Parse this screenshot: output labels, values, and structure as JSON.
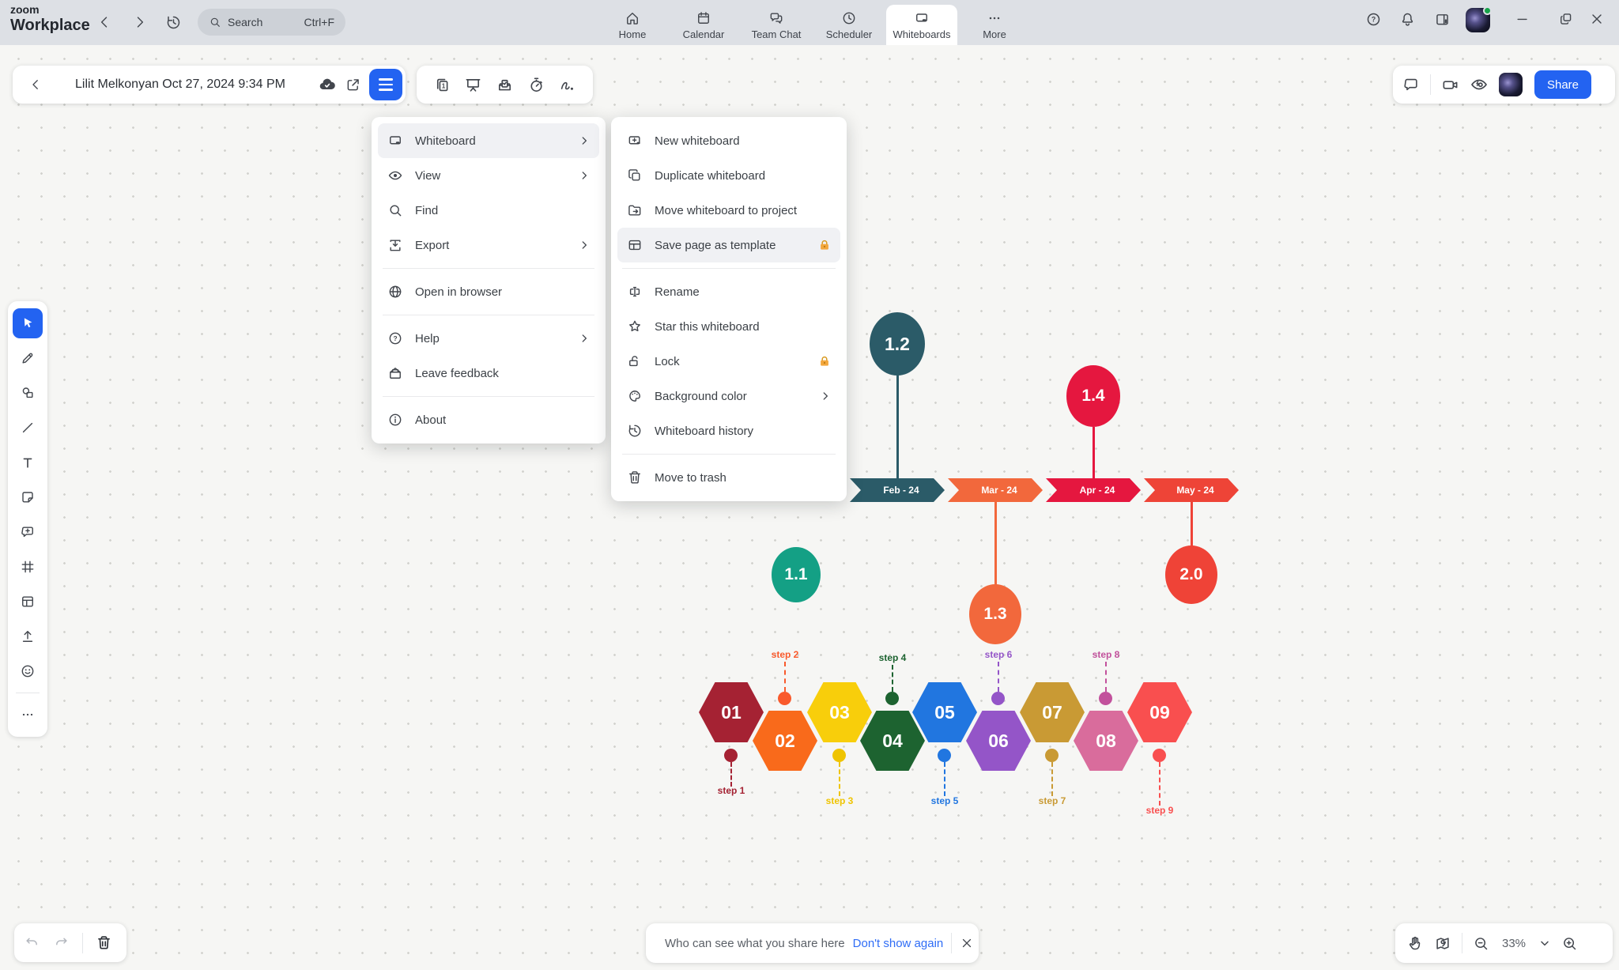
{
  "colors": {
    "accent": "#2363f1",
    "presence_green": "#17a34a",
    "link_blue": "#2f6df6"
  },
  "topbar": {
    "logo_line1": "zoom",
    "logo_line2": "Workplace",
    "search": {
      "placeholder": "Search",
      "shortcut": "Ctrl+F"
    },
    "tabs": [
      {
        "label": "Home"
      },
      {
        "label": "Calendar"
      },
      {
        "label": "Team Chat"
      },
      {
        "label": "Scheduler"
      },
      {
        "label": "Whiteboards"
      },
      {
        "label": "More"
      }
    ]
  },
  "toolbar": {
    "title": "Lilit Melkonyan Oct 27, 2024 9:34 PM",
    "share_label": "Share"
  },
  "menu": {
    "items": [
      {
        "label": "Whiteboard"
      },
      {
        "label": "View"
      },
      {
        "label": "Find"
      },
      {
        "label": "Export"
      },
      {
        "label": "Open in browser"
      },
      {
        "label": "Help"
      },
      {
        "label": "Leave feedback"
      },
      {
        "label": "About"
      }
    ]
  },
  "submenu": {
    "items": [
      {
        "label": "New whiteboard"
      },
      {
        "label": "Duplicate whiteboard"
      },
      {
        "label": "Move whiteboard to project"
      },
      {
        "label": "Save page as template"
      },
      {
        "label": "Rename"
      },
      {
        "label": "Star this whiteboard"
      },
      {
        "label": "Lock"
      },
      {
        "label": "Background color"
      },
      {
        "label": "Whiteboard history"
      },
      {
        "label": "Move to trash"
      }
    ]
  },
  "canvas": {
    "timeline": {
      "months": [
        {
          "label": "Feb - 24",
          "color": "#2B5B68"
        },
        {
          "label": "Mar - 24",
          "color": "#F2683C"
        },
        {
          "label": "Apr - 24",
          "color": "#E5173F"
        },
        {
          "label": "May - 24",
          "color": "#EE4437"
        }
      ],
      "milestones": [
        {
          "label": "1.1",
          "color": "#14A085"
        },
        {
          "label": "1.2",
          "color": "#2B5B68"
        },
        {
          "label": "1.3",
          "color": "#F2683C"
        },
        {
          "label": "1.4",
          "color": "#E5173F"
        },
        {
          "label": "2.0",
          "color": "#EF4337"
        }
      ]
    },
    "process": {
      "hexagons": [
        {
          "number": "01",
          "color": "#A52233"
        },
        {
          "number": "02",
          "color": "#F96A1B"
        },
        {
          "number": "03",
          "color": "#F8CE0B"
        },
        {
          "number": "04",
          "color": "#1D6330"
        },
        {
          "number": "05",
          "color": "#2176E0"
        },
        {
          "number": "06",
          "color": "#9455C8"
        },
        {
          "number": "07",
          "color": "#C99A34"
        },
        {
          "number": "08",
          "color": "#D96C9C"
        },
        {
          "number": "09",
          "color": "#F94F4F"
        }
      ],
      "steps": [
        {
          "label": "step 1",
          "color": "#A52233"
        },
        {
          "label": "step 2",
          "color": "#F95A2C"
        },
        {
          "label": "step 3",
          "color": "#EFC400"
        },
        {
          "label": "step 4",
          "color": "#1D6330"
        },
        {
          "label": "step 5",
          "color": "#2176E0"
        },
        {
          "label": "step 6",
          "color": "#9455C8"
        },
        {
          "label": "step 7",
          "color": "#C99A34"
        },
        {
          "label": "step 8",
          "color": "#C2519C"
        },
        {
          "label": "step 9",
          "color": "#F94F4F"
        }
      ]
    }
  },
  "notification": {
    "message": "Who can see what you share here",
    "action": "Don't show again"
  },
  "zoom_controls": {
    "level": "33%"
  }
}
